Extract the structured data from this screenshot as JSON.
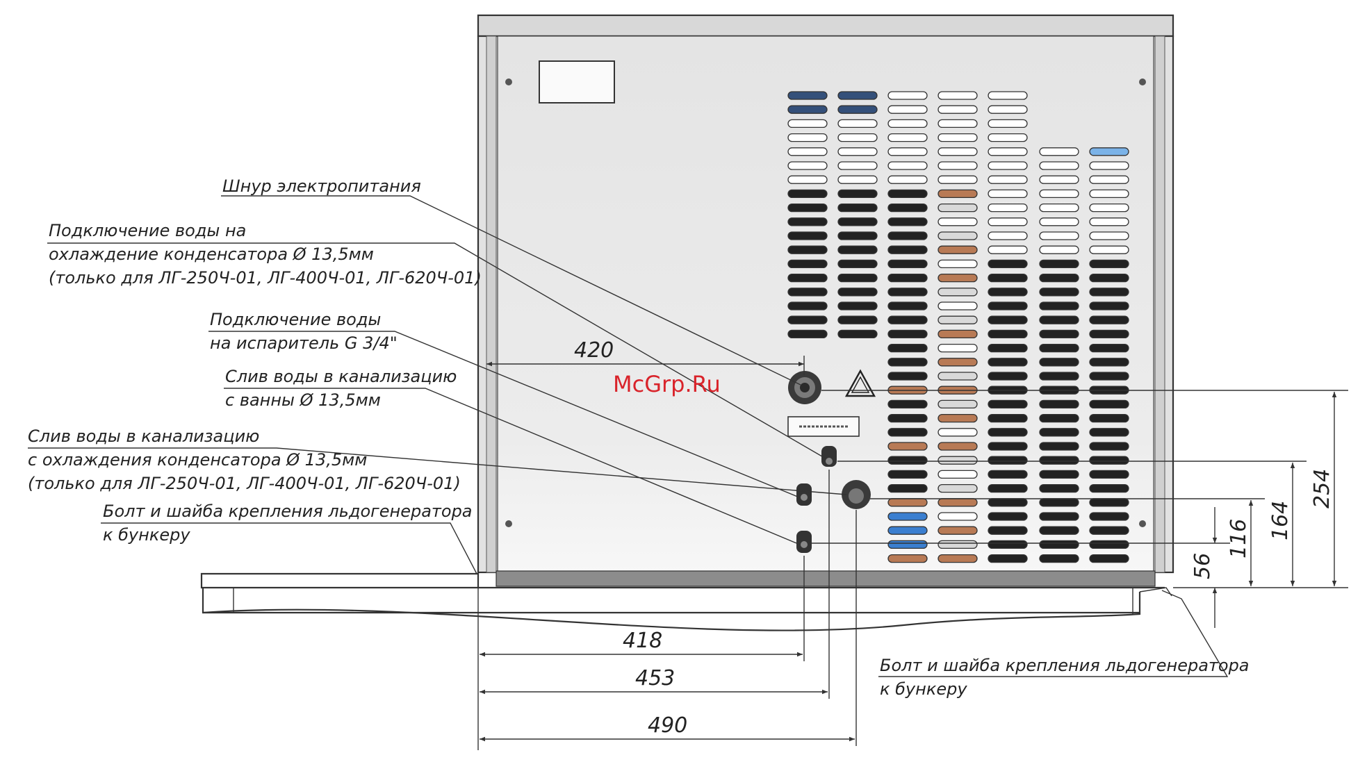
{
  "watermark": "McGrp.Ru",
  "callouts": {
    "power_cord": [
      "Шнур электропитания"
    ],
    "condenser_water_in": [
      "Подключение воды на",
      "охлаждение конденсатора Ø 13,5мм",
      "(только для ЛГ-250Ч-01, ЛГ-400Ч-01, ЛГ-620Ч-01)"
    ],
    "evaporator_water_in": [
      "Подключение воды",
      "на испаритель G 3/4\""
    ],
    "bath_drain": [
      "Слив воды в канализацию",
      "с ванны Ø 13,5мм"
    ],
    "condenser_drain": [
      "Слив воды в канализацию",
      "с охлаждения конденсатора Ø 13,5мм",
      "(только для ЛГ-250Ч-01, ЛГ-400Ч-01, ЛГ-620Ч-01)"
    ],
    "bolt_left": [
      "Болт и шайба крепления льдогенератора",
      "к бункеру"
    ],
    "bolt_right": [
      "Болт и шайба крепления льдогенератора",
      "к бункеру"
    ]
  },
  "dimensions": {
    "d420": "420",
    "d418": "418",
    "d453": "453",
    "d490": "490",
    "d56": "56",
    "d116": "116",
    "d164": "164",
    "d254": "254"
  },
  "colors": {
    "panel": "#e6e6e6",
    "frame": "#cfcfcf",
    "slot_dark": "#222222",
    "copper": "#b87a55",
    "blue": "#3b7fd0",
    "watermark": "#d9232a"
  }
}
